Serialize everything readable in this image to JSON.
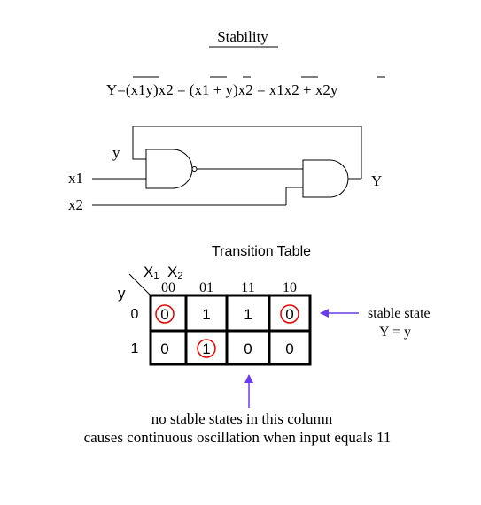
{
  "title": "Stability",
  "equation": {
    "lhs": "Y=",
    "t1": "(x1y)",
    "t2": "x2 = (",
    "t3": "x1",
    "t4": " + ",
    "t5": "y",
    "t6": ")x2 = ",
    "t7": "x1",
    "t8": "x2 + x2",
    "t9": "y"
  },
  "circuit": {
    "label_y": "y",
    "label_x1": "x1",
    "label_x2": "x2",
    "label_Y": "Y"
  },
  "table": {
    "title": "Transition Table",
    "var_x1_main": "X",
    "var_x1_sub": "1",
    "var_x2_main": "X",
    "var_x2_sub": "2",
    "var_y": "y",
    "col_headers": [
      "00",
      "01",
      "11",
      "10"
    ],
    "row_headers": [
      "0",
      "1"
    ],
    "cells": [
      [
        "0",
        "1",
        "1",
        "0"
      ],
      [
        "0",
        "1",
        "0",
        "0"
      ]
    ],
    "stable_cells": [
      [
        0,
        0
      ],
      [
        0,
        3
      ],
      [
        1,
        1
      ]
    ]
  },
  "annotations": {
    "stable_state": "stable state",
    "stable_condition": "Y = y",
    "column_note_1": "no stable states in this column",
    "column_note_2": "causes continuous oscillation when input equals 11"
  },
  "colors": {
    "line": "#000000",
    "circle": "#e00000",
    "arrow": "#6a3cf0"
  }
}
